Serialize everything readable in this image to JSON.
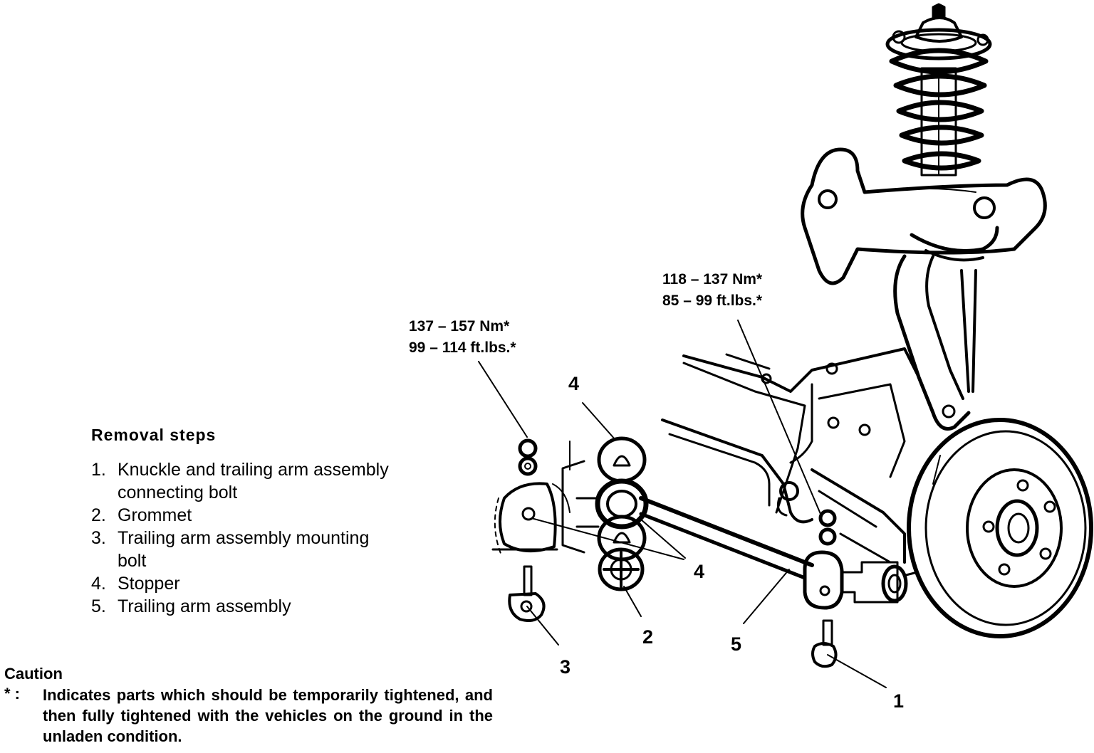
{
  "torque_labels": [
    {
      "nm": "137 – 157 Nm*",
      "ft": "99 – 114 ft.lbs.*"
    },
    {
      "nm": "118 – 137 Nm*",
      "ft": "85 – 99 ft.lbs.*"
    }
  ],
  "callouts": [
    "4",
    "4",
    "2",
    "3",
    "5",
    "1"
  ],
  "removal": {
    "title": "Removal steps",
    "steps": [
      {
        "num": "1.",
        "text": "Knuckle and trailing arm assembly",
        "cont": "connecting bolt"
      },
      {
        "num": "2.",
        "text": "Grommet",
        "cont": ""
      },
      {
        "num": "3.",
        "text": "Trailing arm assembly mounting",
        "cont": "bolt"
      },
      {
        "num": "4.",
        "text": "Stopper",
        "cont": ""
      },
      {
        "num": "5.",
        "text": "Trailing arm assembly",
        "cont": ""
      }
    ]
  },
  "caution": {
    "title": "Caution",
    "mark": "* :",
    "text": "Indicates parts which should be temporarily tightened, and then fully tightened with the vehicles on the ground in the unladen condition."
  },
  "colors": {
    "ink": "#000000",
    "paper": "#ffffff"
  }
}
